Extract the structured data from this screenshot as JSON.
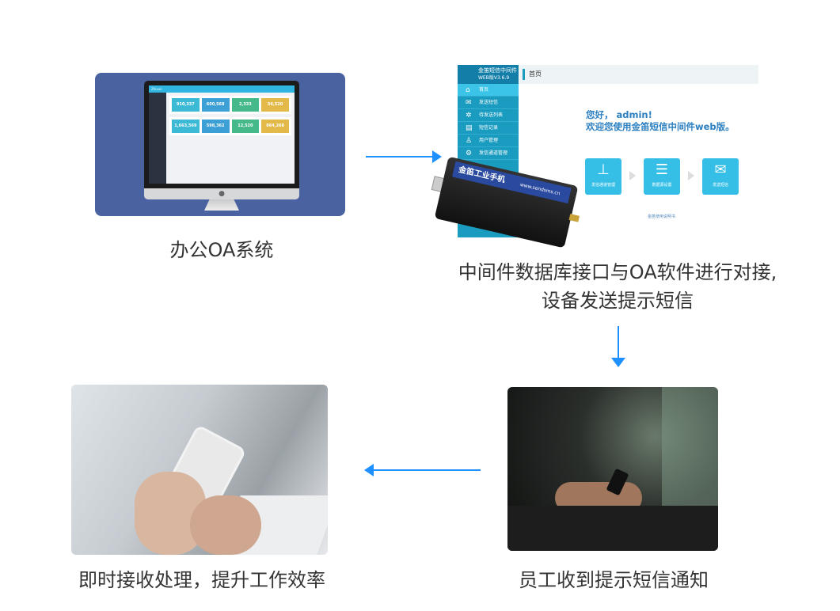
{
  "steps": [
    {
      "caption": "办公OA系统"
    },
    {
      "caption_line1": "中间件数据库接口与OA软件进行对接,",
      "caption_line2": "设备发送提示短信"
    },
    {
      "caption": "员工收到提示短信通知"
    },
    {
      "caption": "即时接收处理，提升工作效率"
    }
  ],
  "oa_screen": {
    "logo": "Zhixun",
    "row1": [
      "910,337",
      "600,568",
      "2,333",
      "56,520"
    ],
    "row2": [
      "1,663,569",
      "598,362",
      "12,520",
      "864,268"
    ],
    "apple_logo": ""
  },
  "middleware": {
    "app_name": "金笛短信中间件",
    "version": "WEB版V3.6.9",
    "breadcrumb": "首页",
    "menu": [
      {
        "icon": "home-icon",
        "glyph": "⌂",
        "label": "首页"
      },
      {
        "icon": "mail-icon",
        "glyph": "✉",
        "label": "发送短信"
      },
      {
        "icon": "loading-icon",
        "glyph": "✲",
        "label": "待发送列表"
      },
      {
        "icon": "list-icon",
        "glyph": "▤",
        "label": "短信记录"
      },
      {
        "icon": "user-icon",
        "glyph": "♙",
        "label": "用户管理"
      },
      {
        "icon": "channel-icon",
        "glyph": "⚙",
        "label": "发信通道管理"
      }
    ],
    "greeting_line1": "您好， admin!",
    "greeting_line2": "欢迎您使用金笛短信中间件web版。",
    "tiles": [
      {
        "icon": "router-icon",
        "glyph": "⊥",
        "label": "发信通道管理"
      },
      {
        "icon": "database-icon",
        "glyph": "☰",
        "label": "数据源设置"
      },
      {
        "icon": "mail-icon",
        "glyph": "✉",
        "label": "发送短信"
      }
    ],
    "footer_link": "金笛使用说明书"
  },
  "device": {
    "label": "金笛工业手机",
    "url": "www.sendsms.cn"
  },
  "colors": {
    "arrow": "#1e90ff",
    "oa_bg": "#4b62a0",
    "accent": "#35bfe6"
  }
}
